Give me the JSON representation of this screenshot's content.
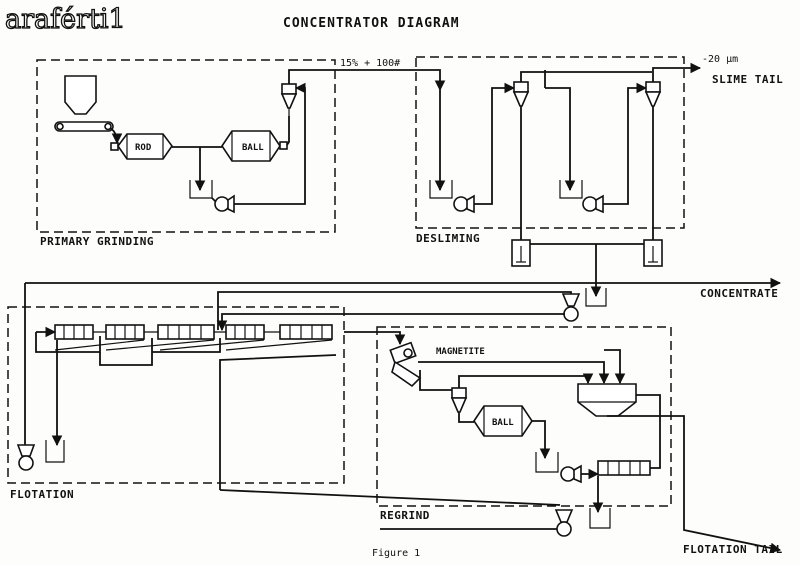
{
  "header": {
    "logo": "araférti1",
    "title": "CONCENTRATOR DIAGRAM"
  },
  "labels": {
    "feed_spec": "15% + 100#",
    "slime_spec": "-20 μm",
    "slime_tail": "SLIME TAIL",
    "concentrate": "CONCENTRATE",
    "flotation_tail": "FLOTATION TAIL",
    "primary_grinding": "PRIMARY GRINDING",
    "desliming": "DESLIMING",
    "flotation": "FLOTATION",
    "regrind": "REGRIND",
    "magnetite": "MAGNETITE"
  },
  "equipment": {
    "rod_mill": "ROD",
    "ball_mill": "BALL",
    "regrind_ball_mill": "BALL"
  },
  "caption": "Figure 1"
}
